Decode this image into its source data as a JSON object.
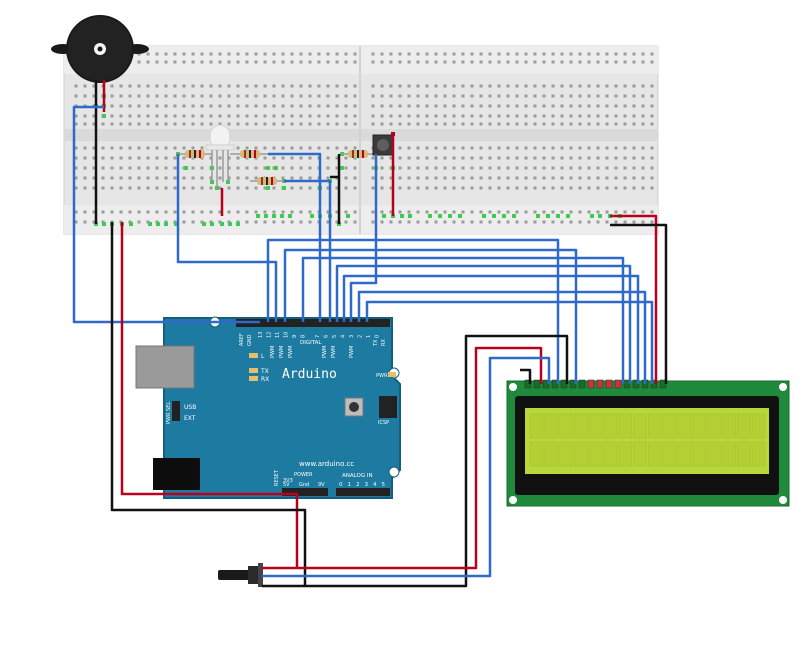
{
  "arduino": {
    "logo": "Arduino",
    "url": "www.arduino.cc",
    "pin_labels": {
      "aref": "AREF",
      "gnd": "GND",
      "digital": "DIGITAL",
      "digital_numbers": [
        "13",
        "12",
        "11",
        "10",
        "9",
        "8",
        "7",
        "6",
        "5",
        "4",
        "3",
        "2",
        "1",
        "0"
      ],
      "tx": "TX",
      "rx": "RX",
      "pwm": "PWM",
      "l": "L",
      "tx_led": "TX",
      "rx_led": "RX",
      "pwr_sel": "PWR SEL",
      "usb": "USB",
      "ext": "EXT",
      "pwr_led": "PWR",
      "icsp": "ICSP",
      "reset": "RESET",
      "v3": "3V3",
      "v5": "5V",
      "gnd_power": "Gnd",
      "vin": "9V",
      "power": "POWER",
      "analog_in": "ANALOG IN",
      "analog_numbers": [
        "0",
        "1",
        "2",
        "3",
        "4",
        "5"
      ]
    }
  },
  "colors": {
    "wire_blue": "#2f6ac9",
    "wire_red": "#b8001e",
    "wire_black": "#111111",
    "board_blue": "#1d7aa1",
    "breadboard": "#e6e6e6",
    "lcd_pcb": "#1f8a3b",
    "lcd_screen": "#b9d63a",
    "resistor": "#d8b77a"
  }
}
